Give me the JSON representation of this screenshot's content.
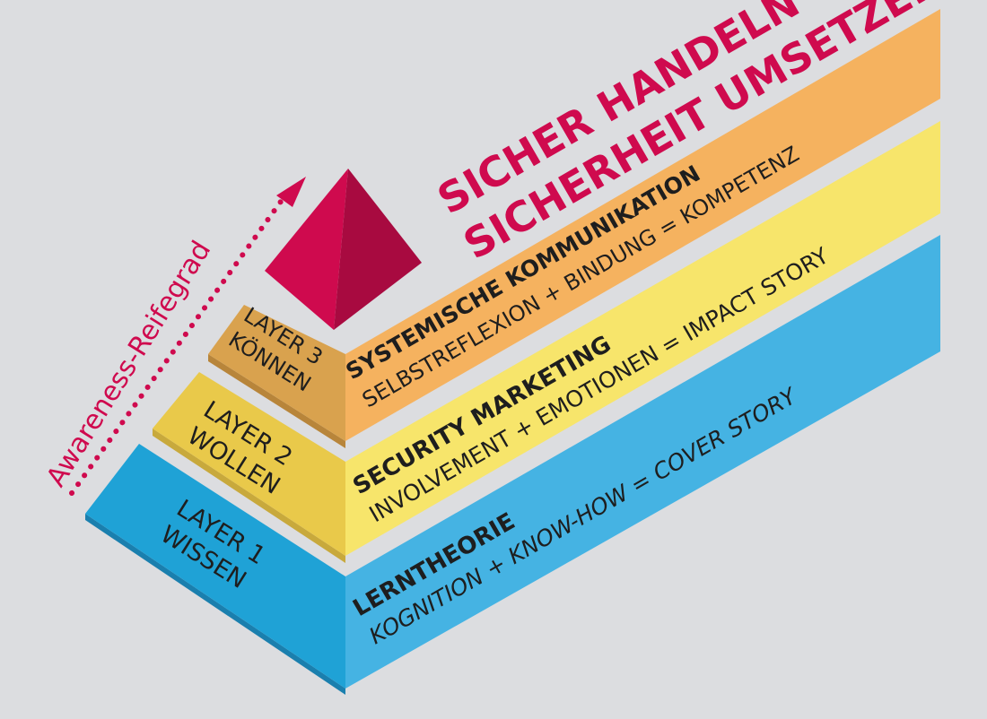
{
  "headline": {
    "line1": "SICHER HANDELN =",
    "line2": "SICHERHEIT UMSETZEN"
  },
  "axis": {
    "label": "Awareness-Reifegrad"
  },
  "layers": [
    {
      "id": "layer1",
      "side_line1": "LAYER 1",
      "side_line2": "WISSEN",
      "title": "LERNTHEORIE",
      "subtitle": "KOGNITION + KNOW-HOW = COVER STORY"
    },
    {
      "id": "layer2",
      "side_line1": "LAYER 2",
      "side_line2": "WOLLEN",
      "title": "SECURITY MARKETING",
      "subtitle": "INVOLVEMENT + EMOTIONEN = IMPACT STORY"
    },
    {
      "id": "layer3",
      "side_line1": "LAYER 3",
      "side_line2": "KÖNNEN",
      "title": "SYSTEMISCHE KOMMUNIKATION",
      "subtitle": "SELBSTREFLEXION + BINDUNG = KOMPETENZ"
    }
  ],
  "colors": {
    "background": "#dcdde0",
    "layer1_front": "#45b3e3",
    "layer1_side": "#1fa2d6",
    "layer2_front": "#f7e56b",
    "layer2_side": "#e9c94a",
    "layer3_front": "#f5b25f",
    "layer3_side": "#d9a24e",
    "accent": "#cf0a4e",
    "text_dark": "#1e1e1e"
  }
}
